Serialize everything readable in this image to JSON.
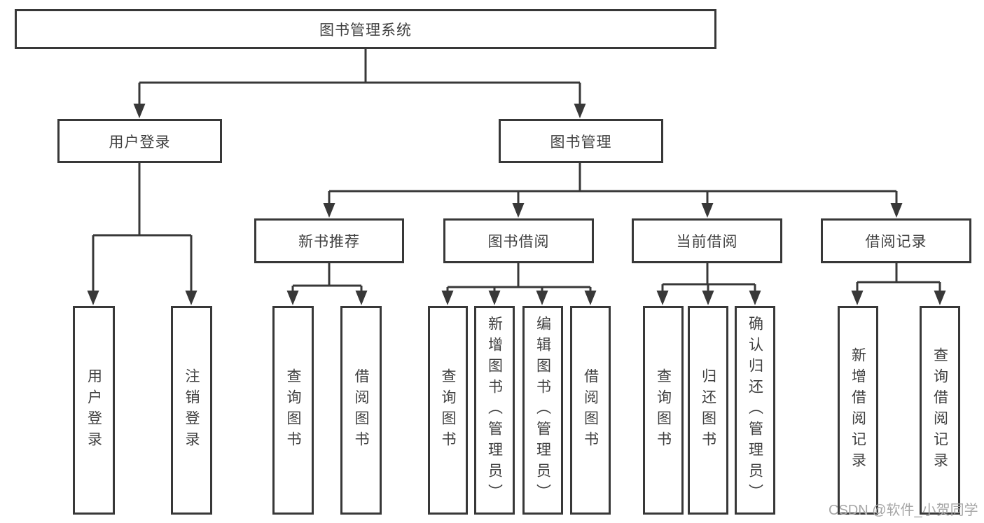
{
  "diagram": {
    "root_label": "图书管理系统",
    "level2": [
      {
        "label": "用户登录"
      },
      {
        "label": "图书管理"
      }
    ],
    "level3": [
      {
        "label": "新书推荐"
      },
      {
        "label": "图书借阅"
      },
      {
        "label": "当前借阅"
      },
      {
        "label": "借阅记录"
      }
    ],
    "leaves": [
      {
        "label": "用户登录"
      },
      {
        "label": "注销登录"
      },
      {
        "label": "查询图书"
      },
      {
        "label": "借阅图书"
      },
      {
        "label": "查询图书"
      },
      {
        "label": "新增图书（管理员）"
      },
      {
        "label": "编辑图书（管理员）"
      },
      {
        "label": "借阅图书"
      },
      {
        "label": "查询图书"
      },
      {
        "label": "归还图书"
      },
      {
        "label": "确认归还（管理员）"
      },
      {
        "label": "新增借阅记录"
      },
      {
        "label": "查询借阅记录"
      }
    ]
  },
  "watermark": "CSDN @软件_小贺同学",
  "colors": {
    "line": "#383838",
    "text": "#3f3f3f",
    "watermark": "#a6a6a6",
    "background": "#ffffff"
  }
}
